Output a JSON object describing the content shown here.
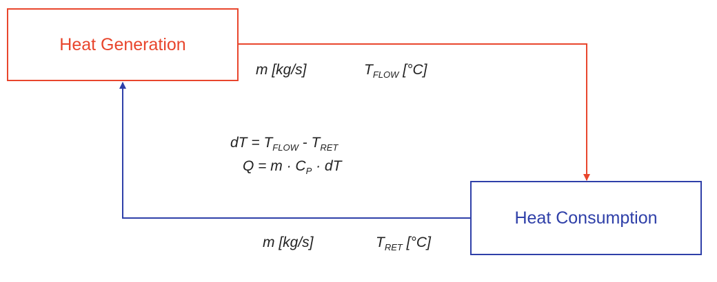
{
  "nodes": {
    "generation": {
      "label": "Heat Generation",
      "color": "#e8452c"
    },
    "consumption": {
      "label": "Heat Consumption",
      "color": "#2e3fa8"
    }
  },
  "flow": {
    "mass": "m [kg/s]",
    "temp_symbol": "T",
    "temp_sub": "FLOW",
    "temp_unit": "[°C]"
  },
  "return": {
    "mass": "m  [kg/s]",
    "temp_symbol": "T",
    "temp_sub": "RET",
    "temp_unit": "[°C]"
  },
  "equations": {
    "dt_lhs": "dT = T",
    "dt_sub1": "FLOW",
    "dt_minus": " - T",
    "dt_sub2": "RET",
    "q_lhs": "Q = m · C",
    "q_sub": "P",
    "q_rhs": " ·  dT"
  },
  "colors": {
    "flow": "#e8452c",
    "return": "#2e3fa8"
  }
}
